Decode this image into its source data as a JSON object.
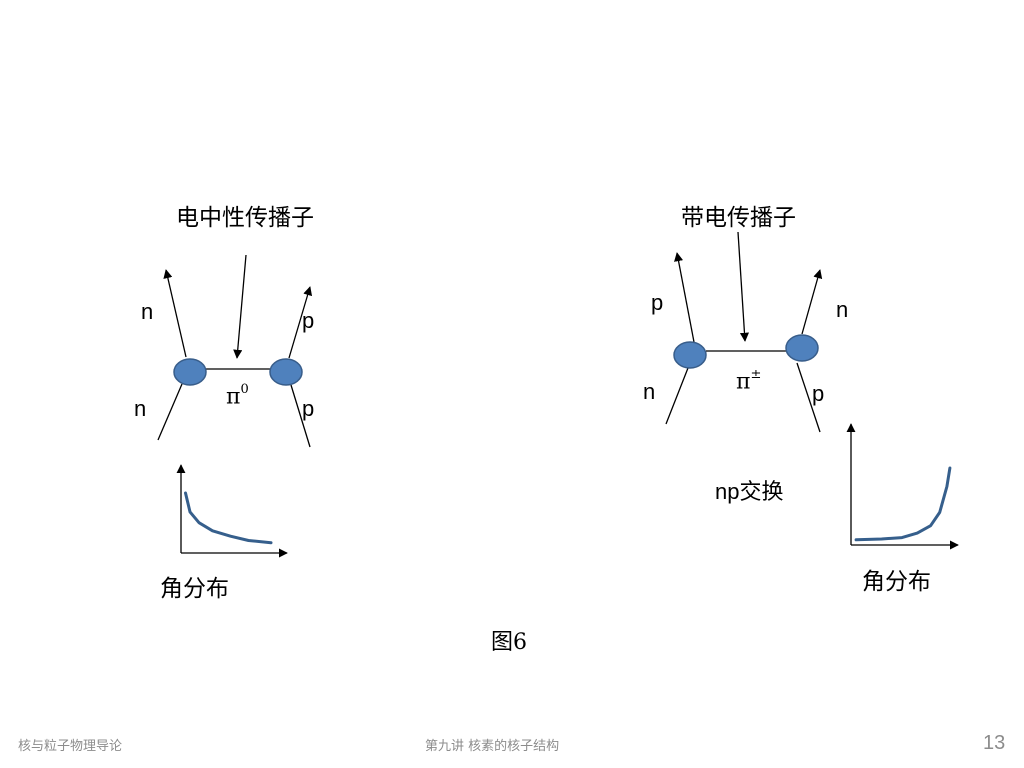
{
  "left": {
    "title": "电中性传播子",
    "labels": {
      "n_top": "n",
      "n_bottom": "n",
      "p_top": "p",
      "p_bottom": "p"
    },
    "propagator": {
      "symbol": "π",
      "charge": "0"
    },
    "plot_caption": "角分布",
    "curve": [
      [
        5,
        100
      ],
      [
        10,
        65
      ],
      [
        20,
        45
      ],
      [
        35,
        30
      ],
      [
        55,
        20
      ],
      [
        75,
        12
      ],
      [
        100,
        8
      ]
    ]
  },
  "right": {
    "title": "带电传播子",
    "labels": {
      "p_top": "p",
      "n_bottom": "n",
      "n_top": "n",
      "p_bottom": "p"
    },
    "propagator": {
      "symbol": "π",
      "charge": "±"
    },
    "exchange_label": "np交换",
    "plot_caption": "角分布",
    "curve": [
      [
        5,
        3
      ],
      [
        30,
        4
      ],
      [
        50,
        6
      ],
      [
        65,
        12
      ],
      [
        78,
        22
      ],
      [
        87,
        40
      ],
      [
        94,
        75
      ],
      [
        97,
        100
      ]
    ]
  },
  "figure_caption": "图6",
  "footer": {
    "course": "核与粒子物理导论",
    "lecture": "第九讲 核素的核子结构",
    "page": "13"
  },
  "colors": {
    "node_fill": "#4f81bd",
    "node_stroke": "#385d8a",
    "curve": "#365f8c"
  }
}
